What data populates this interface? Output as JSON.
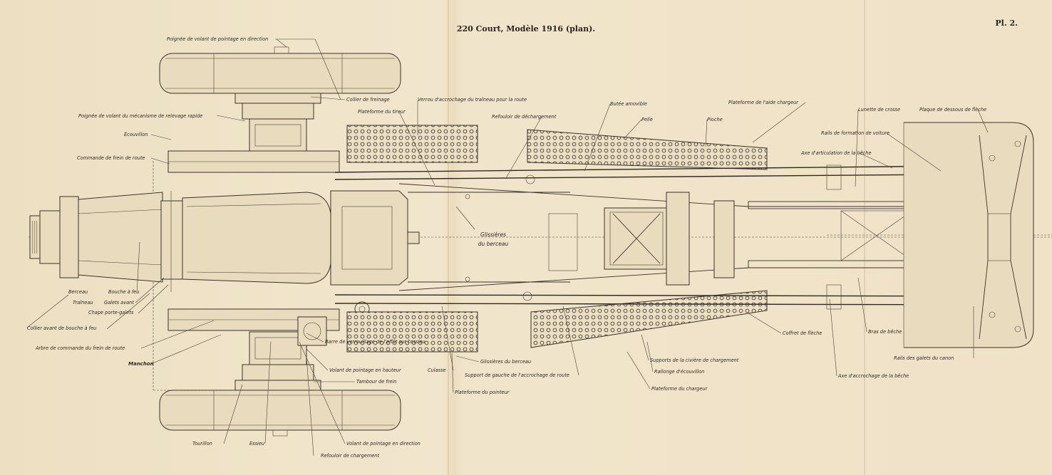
{
  "sheet": {
    "title": "220 Court, Modèle 1916 (plan).",
    "plate": "Pl. 2."
  },
  "labels": {
    "poignee_direction": "Poignée de volant de pointage en direction",
    "collier_freinage": "Collier de freinage",
    "verrou_traineau": "Verrou d'accrochage du traîneau pour la route",
    "plateforme_tireur": "Plateforme du tireur",
    "refouloir_dechargement": "Refouloir de déchargement",
    "butee_amovible": "Butée amovible",
    "pelle": "Pelle",
    "pioche": "Pioche",
    "plateforme_aide_chargeur": "Plateforme de l'aide chargeur",
    "lunette_crosse": "Lunette de crosse",
    "plaque_dessous_fleche": "Plaque de dessous de flèche",
    "poignee_relevage": "Poignée de volant du mécanisme de relevage rapide",
    "ecouvillon": "Écouvillon",
    "rails_formation": "Rails de formation de voiture",
    "axe_articulation": "Axe d'articulation de la bêche",
    "commande_frein": "Commande de frein de route",
    "glissieres_berceau_1": "Glissières",
    "glissieres_berceau_2": "du berceau",
    "berceau": "Berceau",
    "bouche_feu": "Bouche à feu",
    "traineau": "Traîneau",
    "galets_avant": "Galets avant",
    "chape_porte_galets": "Chape porte-galets",
    "collier_avant": "Collier avant de bouche à feu",
    "coffret_fleche": "Coffret de flèche",
    "bras_beche": "Bras de bêche",
    "arbre_commande_frein": "Arbre de commande du frein de route",
    "barre_verrouillage": "Barre de verrouillage de l'affût sur l'essieu",
    "glissieres_berceau_bas": "Glissières du berceau",
    "supports_civiere": "Supports de la civière de chargement",
    "rails_galets_canon": "Rails des galets du canon",
    "manchon": "Manchon",
    "volant_hauteur": "Volant de pointage en hauteur",
    "culasse": "Culasse",
    "support_gauche": "Support de gauche de l'accrochage de route",
    "rallonge_ecouvillon": "Rallonge d'écouvillon",
    "axe_accrochage_beche": "Axe d'accrochage de la bêche",
    "tambour_frein": "Tambour de frein",
    "plateforme_pointeur": "Plateforme du pointeur",
    "plateforme_chargeur": "Plateforme du chargeur",
    "tourillon": "Tourillon",
    "essieu": "Essieu",
    "volant_direction": "Volant de pointage en direction",
    "refouloir_chargement": "Refouloir de chargement"
  }
}
